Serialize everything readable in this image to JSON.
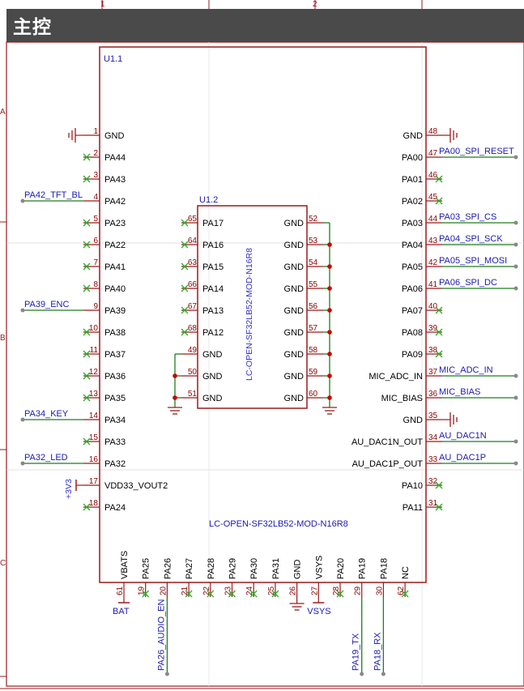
{
  "title": "主控",
  "grid_numbers": {
    "top": [
      "1",
      "2"
    ],
    "left": [
      "A",
      "B",
      "C"
    ]
  },
  "u1_1": {
    "designator": "U1.1",
    "part": "LC-OPEN-SF32LB52-MOD-N16R8",
    "left_pins": [
      {
        "num": "1",
        "name": "GND",
        "net": "",
        "kind": "gnd"
      },
      {
        "num": "2",
        "name": "PA44",
        "net": "",
        "kind": "nc"
      },
      {
        "num": "3",
        "name": "PA43",
        "net": "",
        "kind": "nc"
      },
      {
        "num": "4",
        "name": "PA42",
        "net": "PA42_TFT_BL",
        "kind": "net"
      },
      {
        "num": "5",
        "name": "PA23",
        "net": "",
        "kind": "nc"
      },
      {
        "num": "6",
        "name": "PA22",
        "net": "",
        "kind": "nc"
      },
      {
        "num": "7",
        "name": "PA41",
        "net": "",
        "kind": "nc"
      },
      {
        "num": "8",
        "name": "PA40",
        "net": "",
        "kind": "nc"
      },
      {
        "num": "9",
        "name": "PA39",
        "net": "PA39_ENC",
        "kind": "net"
      },
      {
        "num": "10",
        "name": "PA38",
        "net": "",
        "kind": "nc"
      },
      {
        "num": "11",
        "name": "PA37",
        "net": "",
        "kind": "nc"
      },
      {
        "num": "12",
        "name": "PA36",
        "net": "",
        "kind": "nc"
      },
      {
        "num": "13",
        "name": "PA35",
        "net": "",
        "kind": "nc"
      },
      {
        "num": "14",
        "name": "PA34",
        "net": "PA34_KEY",
        "kind": "net"
      },
      {
        "num": "15",
        "name": "PA33",
        "net": "",
        "kind": "nc"
      },
      {
        "num": "16",
        "name": "PA32",
        "net": "PA32_LED",
        "kind": "net"
      },
      {
        "num": "17",
        "name": "VDD33_VOUT2",
        "net": "+3V3",
        "kind": "power"
      },
      {
        "num": "18",
        "name": "PA24",
        "net": "",
        "kind": "nc"
      }
    ],
    "right_pins": [
      {
        "num": "48",
        "name": "GND",
        "net": "",
        "kind": "gnd"
      },
      {
        "num": "47",
        "name": "PA00",
        "net": "PA00_SPI_RESET",
        "kind": "net"
      },
      {
        "num": "46",
        "name": "PA01",
        "net": "",
        "kind": "nc"
      },
      {
        "num": "45",
        "name": "PA02",
        "net": "",
        "kind": "nc"
      },
      {
        "num": "44",
        "name": "PA03",
        "net": "PA03_SPI_CS",
        "kind": "net"
      },
      {
        "num": "43",
        "name": "PA04",
        "net": "PA04_SPI_SCK",
        "kind": "net"
      },
      {
        "num": "42",
        "name": "PA05",
        "net": "PA05_SPI_MOSI",
        "kind": "net"
      },
      {
        "num": "41",
        "name": "PA06",
        "net": "PA06_SPI_DC",
        "kind": "net"
      },
      {
        "num": "40",
        "name": "PA07",
        "net": "",
        "kind": "nc"
      },
      {
        "num": "39",
        "name": "PA08",
        "net": "",
        "kind": "nc"
      },
      {
        "num": "38",
        "name": "PA09",
        "net": "",
        "kind": "nc"
      },
      {
        "num": "37",
        "name": "MIC_ADC_IN",
        "net": "MIC_ADC_IN",
        "kind": "net"
      },
      {
        "num": "36",
        "name": "MIC_BIAS",
        "net": "MIC_BIAS",
        "kind": "net"
      },
      {
        "num": "35",
        "name": "GND",
        "net": "",
        "kind": "gnd"
      },
      {
        "num": "34",
        "name": "AU_DAC1N_OUT",
        "net": "AU_DAC1N",
        "kind": "net"
      },
      {
        "num": "33",
        "name": "AU_DAC1P_OUT",
        "net": "AU_DAC1P",
        "kind": "net"
      },
      {
        "num": "32",
        "name": "PA10",
        "net": "",
        "kind": "nc"
      },
      {
        "num": "31",
        "name": "PA11",
        "net": "",
        "kind": "nc"
      }
    ],
    "bottom_pins": [
      {
        "num": "61",
        "name": "VBATS",
        "net": "BAT",
        "kind": "net"
      },
      {
        "num": "19",
        "name": "PA25",
        "net": "",
        "kind": "nc"
      },
      {
        "num": "20",
        "name": "PA26",
        "net": "PA26_AUDIO_EN",
        "kind": "net"
      },
      {
        "num": "21",
        "name": "PA27",
        "net": "",
        "kind": "nc"
      },
      {
        "num": "22",
        "name": "PA28",
        "net": "",
        "kind": "nc"
      },
      {
        "num": "23",
        "name": "PA29",
        "net": "",
        "kind": "nc"
      },
      {
        "num": "24",
        "name": "PA30",
        "net": "",
        "kind": "nc"
      },
      {
        "num": "25",
        "name": "PA31",
        "net": "",
        "kind": "nc"
      },
      {
        "num": "26",
        "name": "GND",
        "net": "",
        "kind": "gnd"
      },
      {
        "num": "27",
        "name": "VSYS",
        "net": "VSYS",
        "kind": "net"
      },
      {
        "num": "28",
        "name": "PA20",
        "net": "",
        "kind": "nc"
      },
      {
        "num": "29",
        "name": "PA19",
        "net": "PA19_TX",
        "kind": "net"
      },
      {
        "num": "30",
        "name": "PA18",
        "net": "PA18_RX",
        "kind": "net"
      },
      {
        "num": "62",
        "name": "NC",
        "net": "",
        "kind": "nc"
      }
    ]
  },
  "u1_2": {
    "designator": "U1.2",
    "part": "LC-OPEN-SF32LB52-MOD-N16R8",
    "left_pins": [
      {
        "num": "65",
        "name": "PA17",
        "kind": "nc"
      },
      {
        "num": "64",
        "name": "PA16",
        "kind": "nc"
      },
      {
        "num": "63",
        "name": "PA15",
        "kind": "nc"
      },
      {
        "num": "66",
        "name": "PA14",
        "kind": "nc"
      },
      {
        "num": "67",
        "name": "PA13",
        "kind": "nc"
      },
      {
        "num": "68",
        "name": "PA12",
        "kind": "nc"
      },
      {
        "num": "49",
        "name": "GND",
        "kind": "gnd"
      },
      {
        "num": "50",
        "name": "GND",
        "kind": "gnd"
      },
      {
        "num": "51",
        "name": "GND",
        "kind": "gnd"
      }
    ],
    "right_pins": [
      {
        "num": "52",
        "name": "GND"
      },
      {
        "num": "53",
        "name": "GND"
      },
      {
        "num": "54",
        "name": "GND"
      },
      {
        "num": "55",
        "name": "GND"
      },
      {
        "num": "56",
        "name": "GND"
      },
      {
        "num": "57",
        "name": "GND"
      },
      {
        "num": "58",
        "name": "GND"
      },
      {
        "num": "59",
        "name": "GND"
      },
      {
        "num": "60",
        "name": "GND"
      }
    ]
  },
  "colors": {
    "component": "#9a1b1b",
    "wire": "#1e7e1e",
    "no_connect": "#28b028",
    "net_label": "#1a1ab0",
    "junction": "#cc0000",
    "title_bar": "#4a4a4a"
  }
}
